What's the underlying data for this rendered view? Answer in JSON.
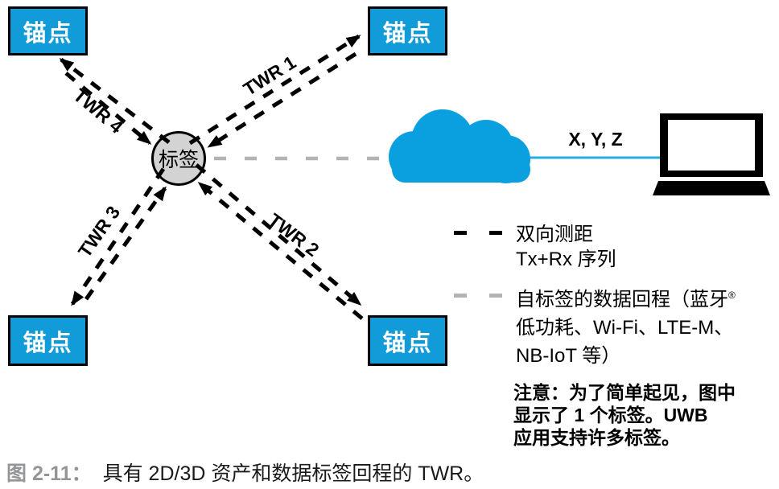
{
  "diagram": {
    "anchor_top_left": "锚点",
    "anchor_top_right": "锚点",
    "anchor_bottom_left": "锚点",
    "anchor_bottom_right": "锚点",
    "tag": "标签",
    "twr1": "TWR 1",
    "twr2": "TWR 2",
    "twr3": "TWR 3",
    "twr4": "TWR 4",
    "position_output": "X, Y, Z"
  },
  "legend": {
    "ranging_line1": "双向测距",
    "ranging_line2": "Tx+Rx 序列",
    "backhaul_line1": "自标签的数据回程（蓝牙",
    "backhaul_sup": "®",
    "backhaul_line2": "低功耗、Wi-Fi、LTE-M、",
    "backhaul_line3": "NB-IoT 等）"
  },
  "note": {
    "line1": "注意：为了简单起见，图中",
    "line2": "显示了 1 个标签。UWB",
    "line3": "应用支持许多标签。"
  },
  "caption": {
    "label": "图 2-11：",
    "text": "具有 2D/3D 资产和数据标签回程的 TWR。"
  },
  "colors": {
    "anchor_fill": "#119bd8",
    "cloud_fill": "#0aa0e0",
    "connector_cyan": "#29abe2",
    "tag_fill": "#d3d3d3",
    "ranging_dash": "#000000",
    "backhaul_dash": "#b3b3b3",
    "caption_label_gray": "#939598"
  }
}
